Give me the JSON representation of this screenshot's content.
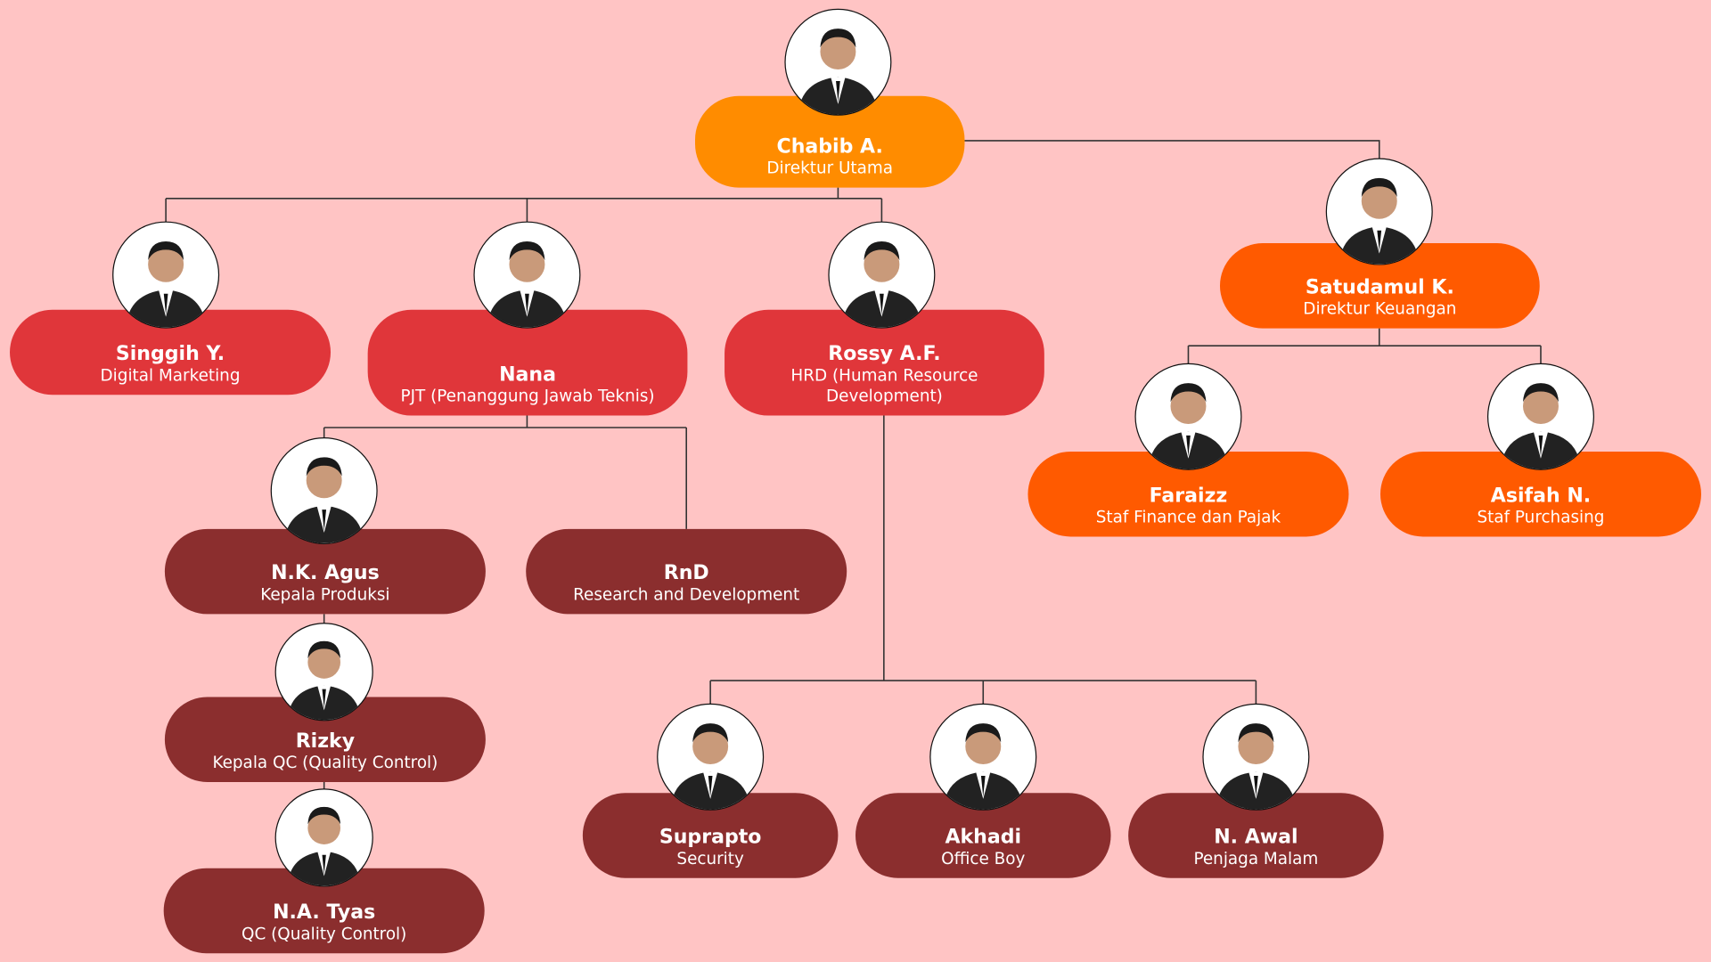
{
  "colors": {
    "background": "#FFC4C4",
    "director": "#FF8C00",
    "finance": "#FF5A00",
    "level2": "#E0363A",
    "staff": "#8B2E2E",
    "line": "#333333"
  },
  "nodes": [
    {
      "id": "chabib",
      "name": "Chabib A.",
      "role": "Direktur Utama"
    },
    {
      "id": "satudamul",
      "name": "Satudamul K.",
      "role": "Direktur Keuangan"
    },
    {
      "id": "singgih",
      "name": "Singgih Y.",
      "role": "Digital Marketing"
    },
    {
      "id": "nana",
      "name": "Nana",
      "role": "PJT (Penanggung Jawab Teknis)"
    },
    {
      "id": "rossy",
      "name": "Rossy A.F.",
      "role": "HRD (Human Resource Development)"
    },
    {
      "id": "faraizz",
      "name": "Faraizz",
      "role": "Staf Finance dan Pajak"
    },
    {
      "id": "asifah",
      "name": "Asifah N.",
      "role": "Staf Purchasing"
    },
    {
      "id": "agus",
      "name": "N.K. Agus",
      "role": "Kepala Produksi"
    },
    {
      "id": "rnd",
      "name": "RnD",
      "role": "Research and Development"
    },
    {
      "id": "rizky",
      "name": "Rizky",
      "role": "Kepala QC (Quality Control)"
    },
    {
      "id": "tyas",
      "name": "N.A. Tyas",
      "role": "QC (Quality Control)"
    },
    {
      "id": "suprapto",
      "name": "Suprapto",
      "role": "Security"
    },
    {
      "id": "akhadi",
      "name": "Akhadi",
      "role": "Office Boy"
    },
    {
      "id": "awal",
      "name": "N. Awal",
      "role": "Penjaga Malam"
    }
  ]
}
